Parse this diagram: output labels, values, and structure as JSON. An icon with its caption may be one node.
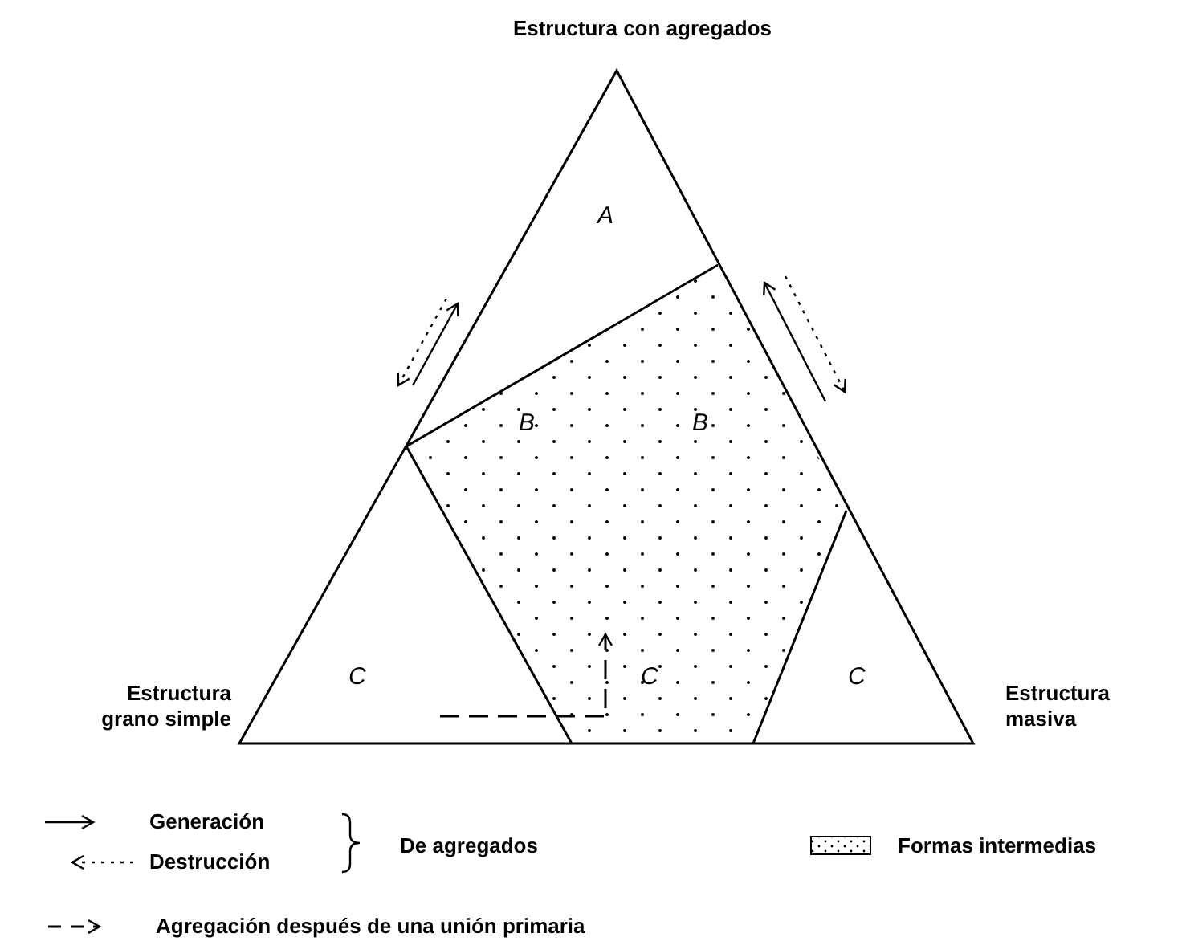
{
  "diagram": {
    "labels": [
      "Estructura con agregados",
      "A",
      "B",
      "B",
      "Estructura grano simple",
      "C",
      "C",
      "C",
      "Estructura masiva",
      "De agregados"
    ],
    "legend": [
      {
        "text": "Generación"
      },
      {
        "text": "Destrucción"
      },
      {
        "text": "Formas intermedias"
      },
      {
        "text": "Agregación después de una unión primaria"
      }
    ]
  }
}
